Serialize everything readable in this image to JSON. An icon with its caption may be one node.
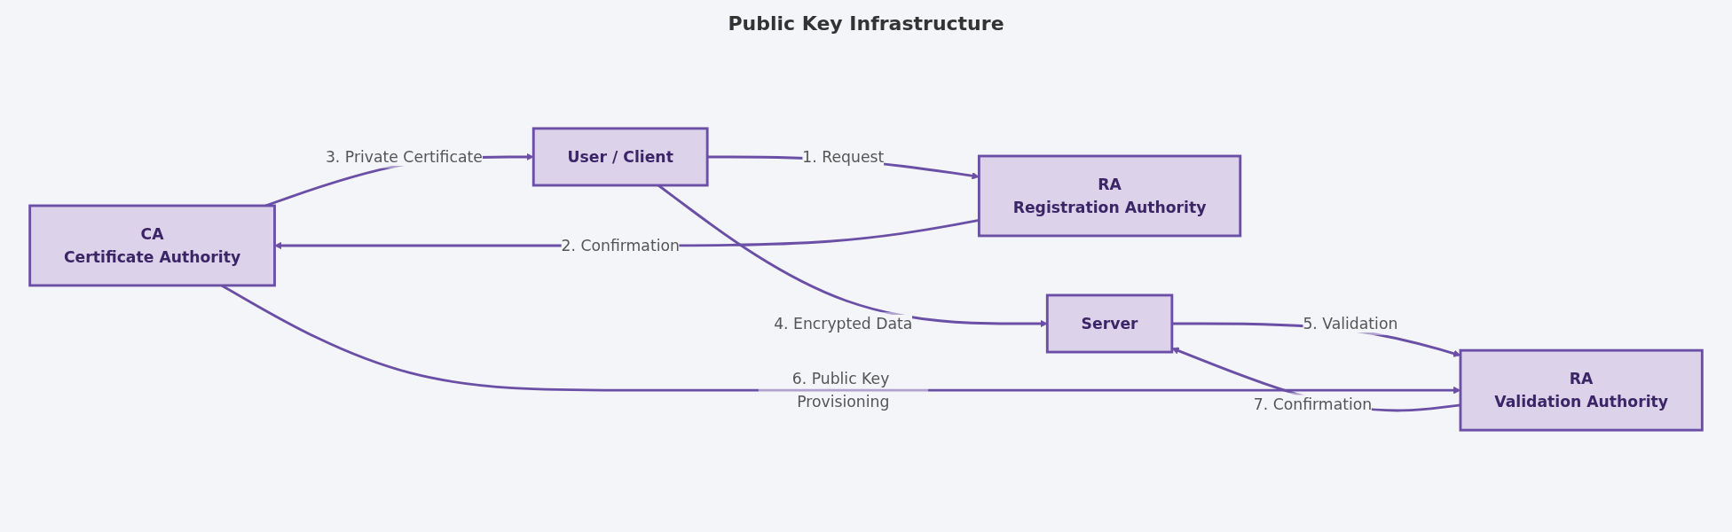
{
  "diagram": {
    "title": "Public Key Infrastructure",
    "nodes": [
      {
        "text": [
          "CA",
          "Certificate Authority"
        ]
      },
      {
        "text": [
          "RA",
          "Validation Authority"
        ]
      },
      {
        "text": [
          "RA",
          "Registration Authority"
        ]
      },
      {
        "text": [
          "User / Client"
        ]
      },
      {
        "text": [
          "Server"
        ]
      }
    ],
    "edges": [
      {
        "from": 3,
        "to": 2,
        "label": "1. Request",
        "arrow": "to"
      },
      {
        "from": 2,
        "to": 0,
        "label": "2. Confirmation",
        "arrow": "to"
      },
      {
        "from": 0,
        "to": 3,
        "label": "3. Private Certificate",
        "arrow": "to"
      },
      {
        "from": 3,
        "to": 4,
        "label": "4. Encrypted Data",
        "arrow": "to"
      },
      {
        "from": 4,
        "to": 1,
        "label": "5. Validation",
        "arrow": "to"
      },
      {
        "from": 0,
        "to": 1,
        "label": "6. Public Key Provisioning",
        "arrow": "to"
      },
      {
        "from": 1,
        "to": 4,
        "label": "7. Confirmation",
        "arrow": "to"
      }
    ]
  }
}
